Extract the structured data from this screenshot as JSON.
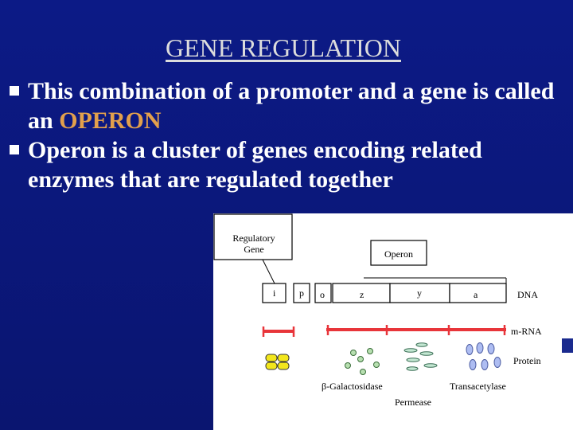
{
  "slide": {
    "title": "GENE REGULATION",
    "bullets": [
      {
        "pre": "This combination of a promoter and a gene is called an ",
        "highlight": "OPERON",
        "post": ""
      },
      {
        "pre": "Operon is a cluster of genes encoding related enzymes that are regulated together",
        "highlight": "",
        "post": ""
      }
    ]
  },
  "diagram": {
    "regulatory_gene": "Regulatory Gene",
    "operon": "Operon",
    "segments": {
      "i": "i",
      "p": "p",
      "o": "o",
      "z": "z",
      "y": "y",
      "a": "a"
    },
    "dna": "DNA",
    "mrna": "m-RNA",
    "protein": "Protein",
    "beta_prefix": "β",
    "galactosidase": "-Galactosidase",
    "permease": "Permease",
    "transacetylase": "Transacetylase",
    "colors": {
      "mrna": "#e8353a",
      "ecoli_yellow": "#f2e61c",
      "galactosidase": "#b7dfb0",
      "permease": "#c3e7d2",
      "transacetylase": "#aebdf2"
    }
  }
}
